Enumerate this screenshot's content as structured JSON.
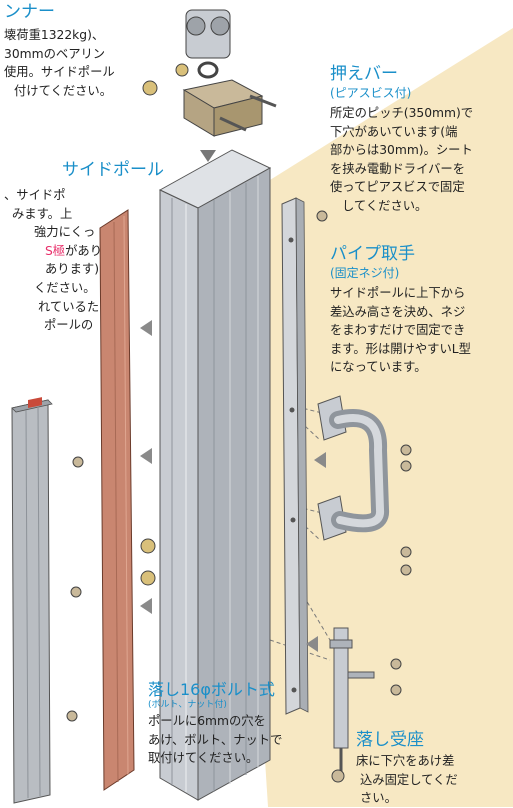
{
  "colors": {
    "heading": "#1a8fc9",
    "highlight": "#e8306b",
    "wall": "#f7e8c3",
    "aluminum": "#c8ccd2",
    "copper": "#c98670",
    "steel": "#b9bdc2"
  },
  "labels": {
    "runner_title": "ンナー",
    "runner_lines": [
      "壊荷重1322kg)、",
      "30mmのベアリン",
      "使用。サイドポール",
      "付けてください。"
    ],
    "osae_title": "押えバー",
    "osae_sub": "(ピアスビス付)",
    "osae_lines": [
      "所定のピッチ(350mm)で",
      "下穴があいています(端",
      "部からは30mm)。シート",
      "を挟み電動ドライバーを",
      "使ってピアスビスで固定",
      "してください。"
    ],
    "side_pole_title": "サイドポール",
    "side_lines": [
      "、サイドポ",
      "みます。上",
      "強力にくっ",
      "があり",
      "あります)",
      "ください。",
      "れているた",
      "ポールの"
    ],
    "side_highlight": "S極",
    "pipe_title": "パイプ取手",
    "pipe_sub": "(固定ネジ付)",
    "pipe_lines": [
      "サイドポールに上下から",
      "差込み高さを決め、ネジ",
      "をまわすだけで固定でき",
      "ます。形は開けやすいL型",
      "になっています。"
    ],
    "otoshi_bolt_title": "落し16φボルト式",
    "otoshi_bolt_sub": "(ボルト、ナット付)",
    "otoshi_bolt_lines": [
      "ポールに6mmの穴を",
      "あけ、ボルト、ナットで",
      "取付けてください。"
    ],
    "otoshi_uke_title": "落し受座",
    "otoshi_uke_lines": [
      "床に下穴をあけ差",
      "込み固定してくだ",
      "さい。"
    ]
  }
}
